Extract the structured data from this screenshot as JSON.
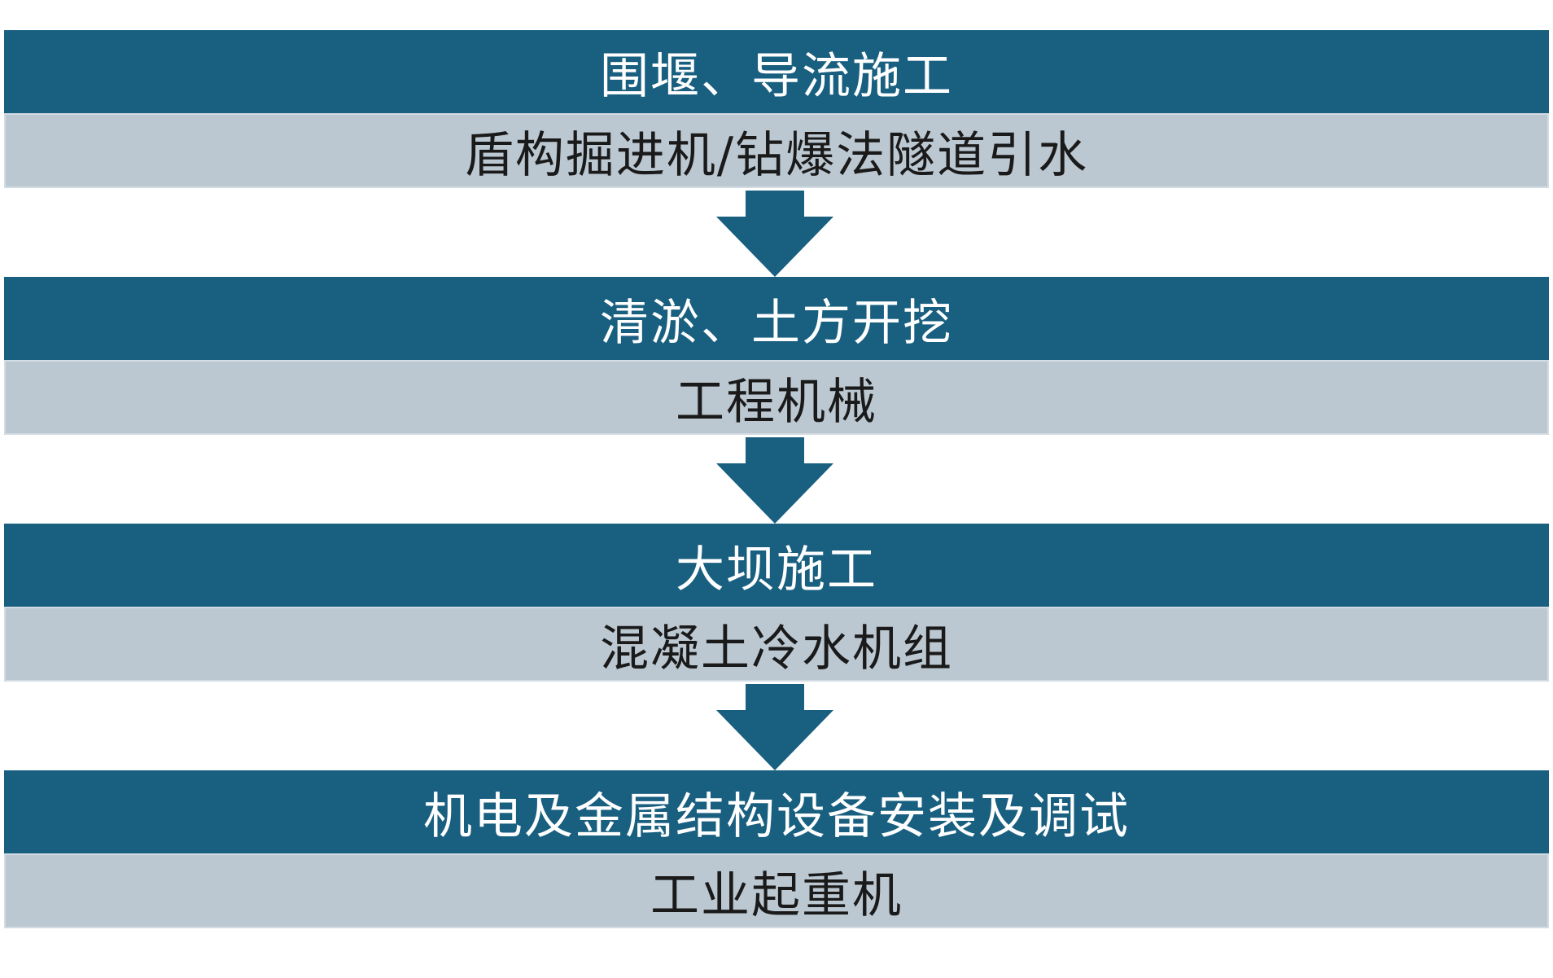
{
  "colors": {
    "stage_title_bg": "#185f80",
    "stage_equipment_bg": "#bcc8d1",
    "arrow": "#185f80"
  },
  "stages": [
    {
      "title": "围堰、导流施工",
      "equipment": "盾构掘进机/钻爆法隧道引水"
    },
    {
      "title": "清淤、土方开挖",
      "equipment": "工程机械"
    },
    {
      "title": "大坝施工",
      "equipment": "混凝土冷水机组"
    },
    {
      "title": "机电及金属结构设备安装及调试",
      "equipment": "工业起重机"
    }
  ]
}
